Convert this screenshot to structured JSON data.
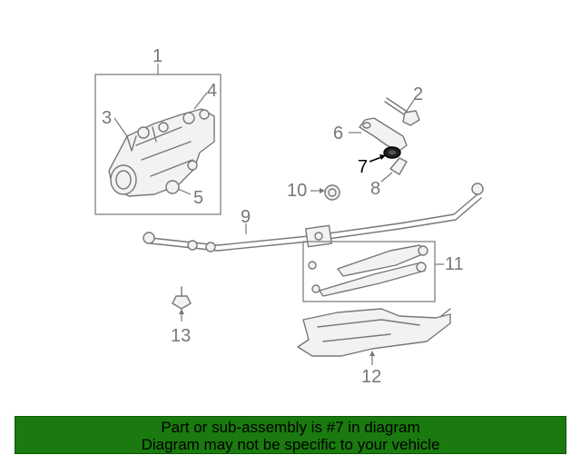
{
  "diagram": {
    "callouts": [
      "1",
      "2",
      "3",
      "4",
      "5",
      "6",
      "7",
      "8",
      "9",
      "10",
      "11",
      "12",
      "13"
    ],
    "highlighted_callout": "7",
    "highlight_color": "#000000",
    "line_color": "#777777"
  },
  "banner": {
    "line1": "Part or sub-assembly is #7 in diagram",
    "line2": "Diagram may not be specific to your vehicle",
    "background": "#1a7a0f"
  }
}
